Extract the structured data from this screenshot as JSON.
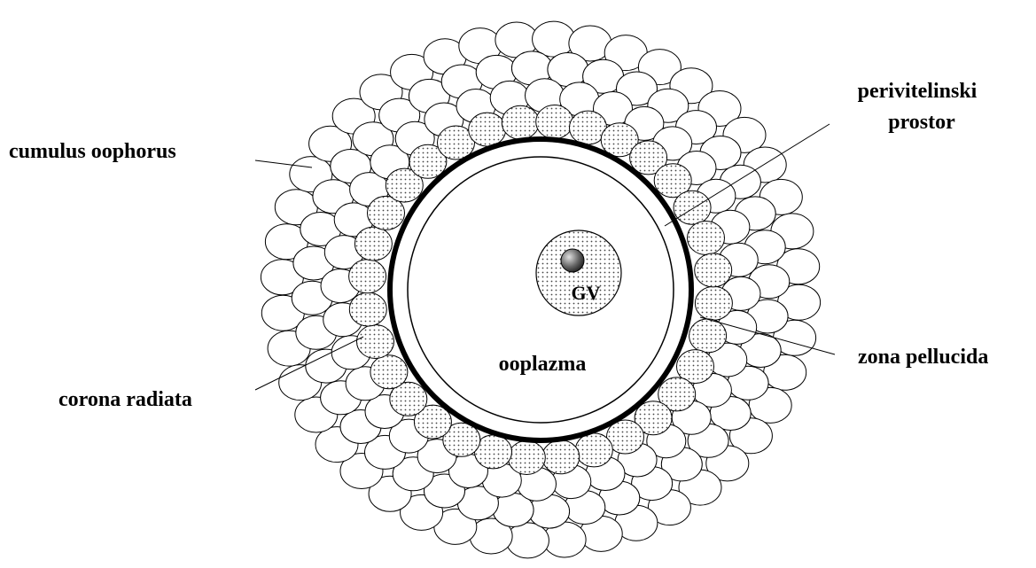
{
  "labels": {
    "perivitelline_line1": "perivitelinski",
    "perivitelline_line2": "prostor",
    "cumulus": "cumulus oophorus",
    "corona": "corona radiata",
    "zona": "zona pellucida",
    "ooplasm": "ooplazma",
    "gv": "GV"
  },
  "colors": {
    "stroke": "#000000",
    "background": "#ffffff",
    "nucleolus": "#666666"
  }
}
